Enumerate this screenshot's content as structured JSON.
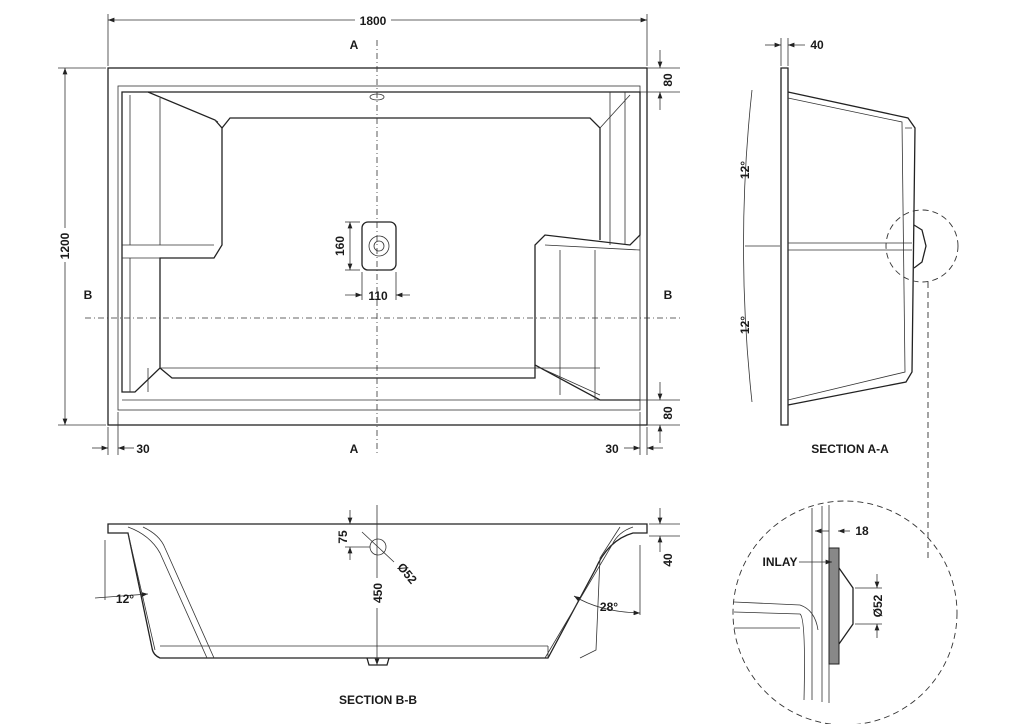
{
  "plan_view": {
    "overall_length": "1800",
    "overall_width": "1200",
    "section_a_top": "A",
    "section_a_bottom": "A",
    "section_b_left": "B",
    "section_b_right": "B",
    "rim_top": "80",
    "rim_bottom": "80",
    "rim_left": "30",
    "rim_right": "30",
    "drain_length": "160",
    "drain_width": "110"
  },
  "section_a_a": {
    "title": "SECTION A-A",
    "rim_thickness": "40",
    "angle_upper": "12°",
    "angle_lower": "12°"
  },
  "section_b_b": {
    "title": "SECTION B-B",
    "overflow_offset": "75",
    "overflow_diameter": "Ø52",
    "depth": "450",
    "rim_height": "40",
    "angle_left": "12°",
    "angle_right": "28°"
  },
  "detail": {
    "wall_dim": "18",
    "inlay_label": "INLAY",
    "outlet_diameter": "Ø52"
  },
  "colors": {
    "line": "#222222",
    "background": "#ffffff"
  }
}
